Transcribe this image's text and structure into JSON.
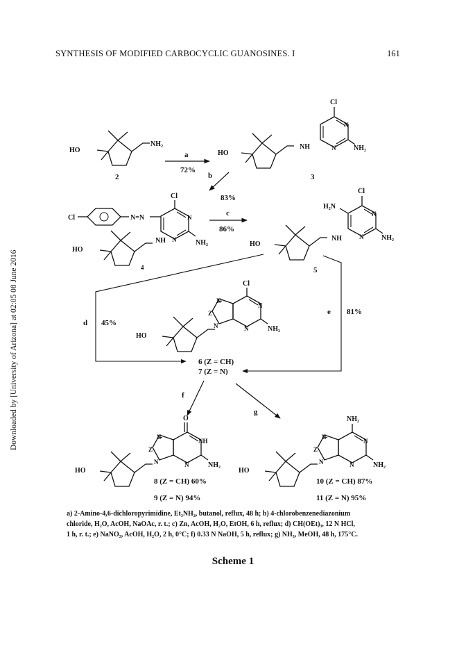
{
  "header": {
    "running_head": "SYNTHESIS OF MODIFIED CARBOCYCLIC GUANOSINES. I",
    "page_number": "161"
  },
  "side_note": "Downloaded by [University of Arizona] at 02:05 08 June 2016",
  "scheme": {
    "steps": {
      "a": {
        "label": "a",
        "yield": "72%"
      },
      "b": {
        "label": "b",
        "yield": "83%"
      },
      "c": {
        "label": "c",
        "yield": "86%"
      },
      "d": {
        "label": "d",
        "yield": "45%"
      },
      "e": {
        "label": "e",
        "yield": "81%"
      },
      "f": {
        "label": "f"
      },
      "g": {
        "label": "g"
      }
    },
    "compounds": {
      "c2": "2",
      "c3": "3",
      "c4": "4",
      "c5": "5",
      "c6": "6 (Z = CH)",
      "c7": "7 (Z = N)",
      "c8": "8 (Z = CH)  60%",
      "c9": "9 (Z = N) 94%",
      "c10": "10 (Z = CH)  87%",
      "c11": "11 (Z = N) 95%"
    },
    "atoms": {
      "ho": "HO",
      "nh2": "NH₂",
      "h2n": "H₂N",
      "nh": "NH",
      "n": "N",
      "cl": "Cl",
      "z": "Z",
      "o": "O",
      "azo": "N=N"
    }
  },
  "footnote": {
    "line1": "a) 2-Amino-4,6-dichloropyrimidine, Et₃NH₂, butanol, reflux, 48 h; b) 4-chlorobenzenediazonium",
    "line2": "chloride, H₂O, AcOH, NaOAc, r. t.; c) Zn, AcOH, H₂O, EtOH, 6 h, reflux; d) CH(OEt)₃, 12 N HCl,",
    "line3": "1 h, r. t.; e) NaNO₂, AcOH, H₂O, 2 h, 0°C; f) 0.33 N NaOH, 5 h, reflux; g) NH₃, MeOH, 48 h, 175°C."
  },
  "scheme_title": "Scheme 1"
}
